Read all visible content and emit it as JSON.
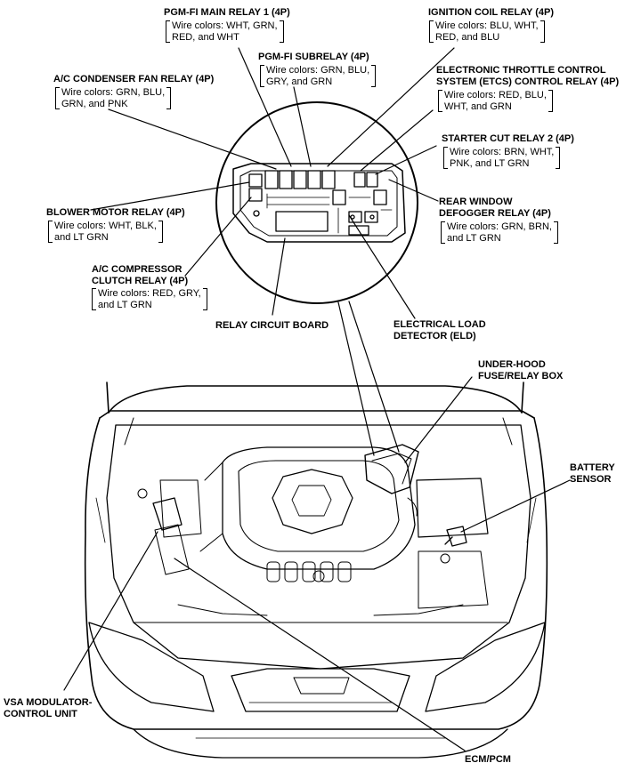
{
  "labels": {
    "pgmfi_main_relay": {
      "title": "PGM-FI MAIN RELAY 1 (4P)",
      "l1": "Wire colors: WHT, GRN,",
      "l2": "RED, and WHT"
    },
    "ignition_coil_relay": {
      "title": "IGNITION COIL RELAY (4P)",
      "l1": "Wire colors: BLU, WHT,",
      "l2": "RED, and BLU"
    },
    "pgmfi_subrelay": {
      "title": "PGM-FI SUBRELAY (4P)",
      "l1": "Wire colors: GRN, BLU,",
      "l2": "GRY, and GRN"
    },
    "ac_condenser_fan_relay": {
      "title": "A/C CONDENSER FAN RELAY (4P)",
      "l1": "Wire colors: GRN, BLU,",
      "l2": "GRN, and PNK"
    },
    "etcs_relay": {
      "title1": "ELECTRONIC THROTTLE CONTROL",
      "title2": "SYSTEM (ETCS) CONTROL RELAY (4P)",
      "l1": "Wire colors: RED, BLU,",
      "l2": "WHT, and GRN"
    },
    "starter_cut_relay": {
      "title": "STARTER CUT RELAY 2 (4P)",
      "l1": "Wire colors: BRN, WHT,",
      "l2": "PNK, and LT GRN"
    },
    "blower_motor_relay": {
      "title": "BLOWER MOTOR RELAY (4P)",
      "l1": "Wire colors: WHT, BLK,",
      "l2": "and LT GRN"
    },
    "rear_window_defogger_relay": {
      "title1": "REAR WINDOW",
      "title2": "DEFOGGER RELAY (4P)",
      "l1": "Wire colors: GRN, BRN,",
      "l2": "and LT GRN"
    },
    "ac_compressor_clutch_relay": {
      "title1": "A/C COMPRESSOR",
      "title2": "CLUTCH RELAY (4P)",
      "l1": "Wire colors: RED, GRY,",
      "l2": "and LT GRN"
    },
    "relay_circuit_board": {
      "title": "RELAY CIRCUIT BOARD"
    },
    "eld": {
      "title1": "ELECTRICAL LOAD",
      "title2": "DETECTOR (ELD)"
    },
    "under_hood_box": {
      "title1": "UNDER-HOOD",
      "title2": "FUSE/RELAY BOX"
    },
    "battery_sensor": {
      "title1": "BATTERY",
      "title2": "SENSOR"
    },
    "vsa_unit": {
      "title1": "VSA MODULATOR-",
      "title2": "CONTROL UNIT"
    },
    "ecm_pcm": {
      "title": "ECM/PCM"
    }
  }
}
